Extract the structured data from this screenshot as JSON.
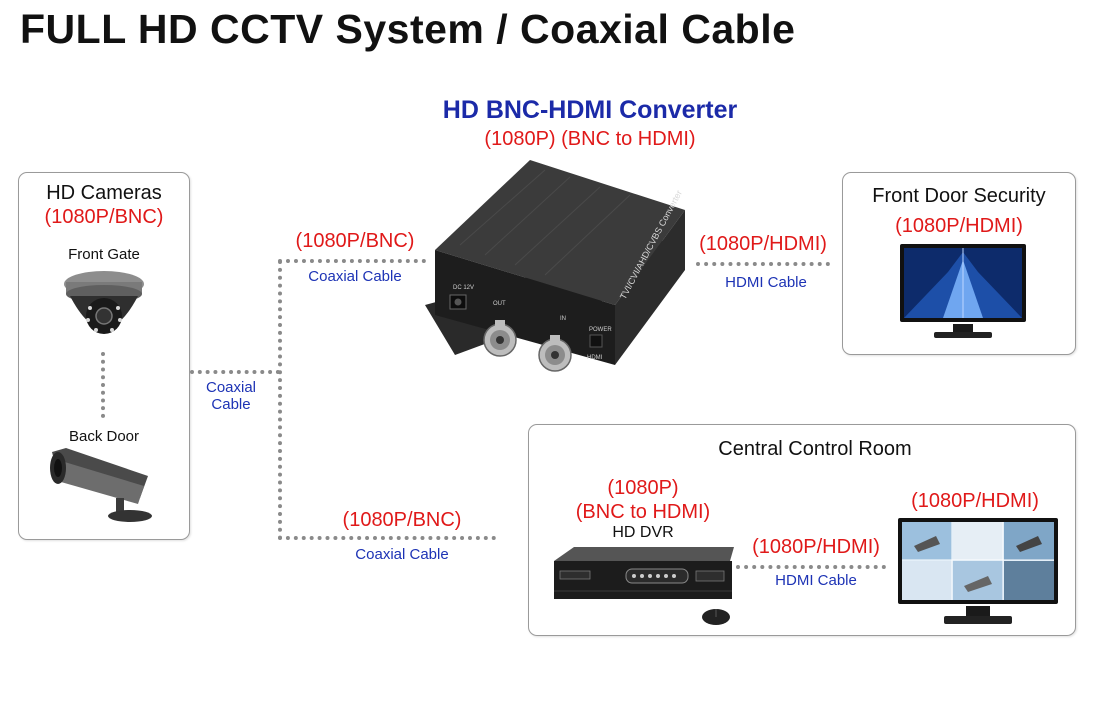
{
  "title": "FULL HD CCTV System / Coaxial Cable",
  "converter": {
    "name": "HD BNC-HDMI Converter",
    "spec": "(1080P) (BNC to HDMI)",
    "port_labels": [
      "DC 12V",
      "OUT",
      "IN",
      "POWER",
      "HDMI"
    ],
    "side_text": "TVI/CVI/AHD/CVBS Converter"
  },
  "cameras_box": {
    "heading": "HD Cameras",
    "spec": "(1080P/BNC)",
    "camera1": "Front Gate",
    "camera2": "Back Door"
  },
  "coax_left": {
    "text": "Coaxial\nCable"
  },
  "link_top": {
    "spec": "(1080P/BNC)",
    "cable": "Coaxial Cable"
  },
  "link_bottom": {
    "spec": "(1080P/BNC)",
    "cable": "Coaxial Cable"
  },
  "link_hdmi_top": {
    "spec": "(1080P/HDMI)",
    "cable": "HDMI Cable"
  },
  "front_door": {
    "heading": "Front Door Security",
    "spec": "(1080P/HDMI)"
  },
  "control_room": {
    "heading": "Central Control Room",
    "dvr_spec": "(1080P)\n(BNC to HDMI)",
    "dvr_name": "HD DVR",
    "link_spec": "(1080P/HDMI)",
    "link_cable": "HDMI Cable",
    "monitor_spec": "(1080P/HDMI)"
  },
  "colors": {
    "red_label": "#e01919",
    "blue_label": "#1d33b5",
    "dotted_line": "#8a8a8a",
    "box_border": "#9a9a9a"
  }
}
